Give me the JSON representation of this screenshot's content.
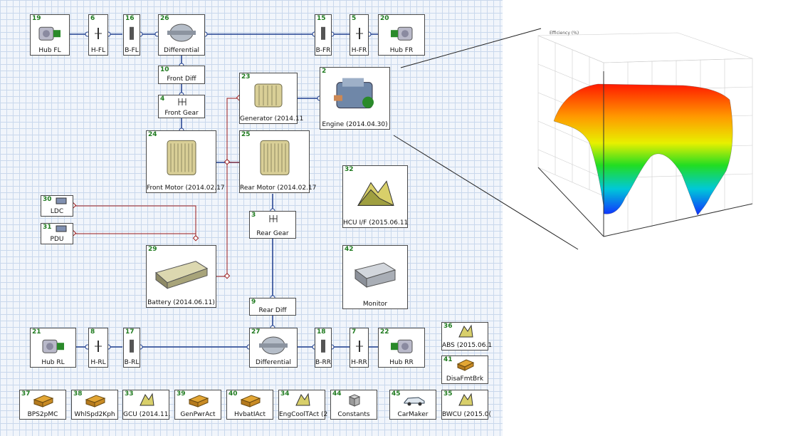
{
  "blocks": {
    "hub_fl": {
      "num": "19",
      "label": "Hub FL"
    },
    "h_fl": {
      "num": "6",
      "label": "H-FL"
    },
    "b_fl": {
      "num": "16",
      "label": "B-FL"
    },
    "diff_front": {
      "num": "26",
      "label": "Differential"
    },
    "b_fr": {
      "num": "15",
      "label": "B-FR"
    },
    "h_fr": {
      "num": "5",
      "label": "H-FR"
    },
    "hub_fr": {
      "num": "20",
      "label": "Hub FR"
    },
    "front_diff": {
      "num": "10",
      "label": "Front Diff"
    },
    "front_gear": {
      "num": "4",
      "label": "Front Gear"
    },
    "front_motor": {
      "num": "24",
      "label": "Front Motor (2014.02.17"
    },
    "generator": {
      "num": "23",
      "label": "Generator (2014.11"
    },
    "engine": {
      "num": "2",
      "label": "Engine (2014.04.30)"
    },
    "rear_motor": {
      "num": "25",
      "label": "Rear Motor (2014.02.17"
    },
    "hcu": {
      "num": "32",
      "label": "HCU I/F (2015.06.11"
    },
    "ldc": {
      "num": "30",
      "label": "LDC"
    },
    "pdu": {
      "num": "31",
      "label": "PDU"
    },
    "rear_gear": {
      "num": "3",
      "label": "Rear Gear"
    },
    "battery": {
      "num": "29",
      "label": "Battery (2014.06.11)"
    },
    "monitor": {
      "num": "42",
      "label": "Monitor"
    },
    "rear_diff": {
      "num": "9",
      "label": "Rear Diff"
    },
    "hub_rl": {
      "num": "21",
      "label": "Hub RL"
    },
    "h_rl": {
      "num": "8",
      "label": "H-RL"
    },
    "b_rl": {
      "num": "17",
      "label": "B-RL"
    },
    "diff_rear": {
      "num": "27",
      "label": "Differential"
    },
    "b_rr": {
      "num": "18",
      "label": "B-RR"
    },
    "h_rr": {
      "num": "7",
      "label": "H-RR"
    },
    "hub_rr": {
      "num": "22",
      "label": "Hub RR"
    },
    "abs": {
      "num": "36",
      "label": "ABS (2015.06.1"
    },
    "disa": {
      "num": "41",
      "label": "DisaFmtBrk"
    },
    "bps": {
      "num": "37",
      "label": "BPS2pMC"
    },
    "whl": {
      "num": "38",
      "label": "WhlSpd2Kph"
    },
    "gcu": {
      "num": "33",
      "label": "GCU (2014.11."
    },
    "genpwr": {
      "num": "39",
      "label": "GenPwrAct"
    },
    "hvbat": {
      "num": "40",
      "label": "HvbatIAct"
    },
    "engcool": {
      "num": "34",
      "label": "EngCoolTAct (2"
    },
    "constants": {
      "num": "44",
      "label": "Constants"
    },
    "carmaker": {
      "num": "45",
      "label": "CarMaker"
    },
    "bwcu": {
      "num": "35",
      "label": "BWCU (2015.0("
    }
  },
  "plot": {
    "z_axis_label": "Efficiency (%)"
  },
  "colors": {
    "grid": "#c9d8ec",
    "mech_wire": "#1f3f8f",
    "elec_wire": "#9b1c1c",
    "block_num": "#1e7a1e"
  }
}
